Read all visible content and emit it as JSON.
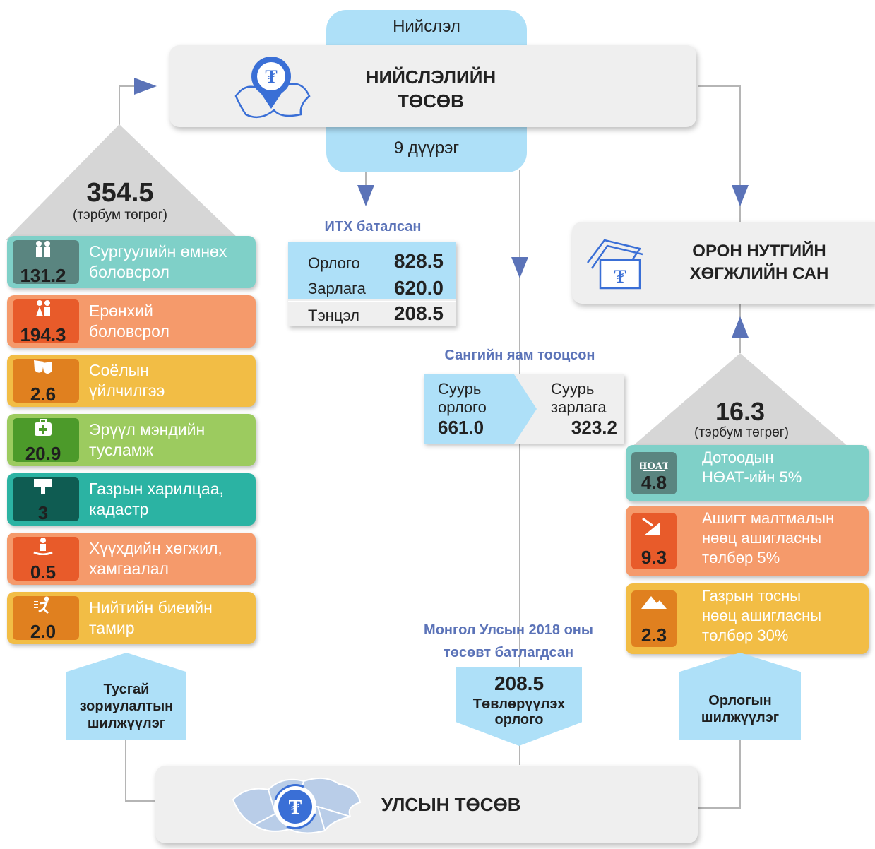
{
  "capital": {
    "top_tab": "Нийслэл",
    "title_line1": "НИЙСЛЭЛИЙН",
    "title_line2": "ТӨСӨВ",
    "bottom_tab": "9 дүүрэг"
  },
  "local_fund": {
    "title_line1": "ОРОН НУТГИЙН",
    "title_line2": "ХӨГЖЛИЙН САН"
  },
  "state_budget": {
    "title": "УЛСЫН ТӨСӨВ"
  },
  "special_transfer": {
    "total": "354.5",
    "unit": "(тэрбум төгрөг)",
    "items": [
      {
        "value": "131.2",
        "line1": "Сургуулийн өмнөх",
        "line2": "боловсрол",
        "icon": "children-icon",
        "color": "#7fd0c8",
        "tab": "#5a8580"
      },
      {
        "value": "194.3",
        "line1": "Ерөнхий",
        "line2": "боловсрол",
        "icon": "students-icon",
        "color": "#f59a6b",
        "tab": "#e85b2a"
      },
      {
        "value": "2.6",
        "line1": "Соёлын",
        "line2": "үйлчилгээ",
        "icon": "theater-masks-icon",
        "color": "#f2bd45",
        "tab": "#e0801f"
      },
      {
        "value": "20.9",
        "line1": "Эрүүл мэндийн",
        "line2": "тусламж",
        "icon": "medical-kit-icon",
        "color": "#9ccb5f",
        "tab": "#4c9a2a"
      },
      {
        "value": "3",
        "line1": "Газрын харилцаа,",
        "line2": "кадастр",
        "icon": "land-map-icon",
        "color": "#2bb3a3",
        "tab": "#0f5c52"
      },
      {
        "value": "0.5",
        "line1": "Хүүхдийн хөгжил,",
        "line2": "хамгаалал",
        "icon": "child-protection-icon",
        "color": "#f59a6b",
        "tab": "#e85b2a"
      },
      {
        "value": "2.0",
        "line1": "Нийтийн биеийн",
        "line2": "тамир",
        "icon": "runner-icon",
        "color": "#f2bd45",
        "tab": "#e0801f"
      }
    ],
    "label_line1": "Тусгай",
    "label_line2": "зориулалтын",
    "label_line3": "шилжүүлэг"
  },
  "itx": {
    "title": "ИТХ баталсан",
    "rows": [
      {
        "label": "Орлого",
        "value": "828.5"
      },
      {
        "label": "Зарлага",
        "value": "620.0"
      },
      {
        "label": "Тэнцэл",
        "value": "208.5"
      }
    ]
  },
  "ministry": {
    "title": "Сангийн яам тооцсон",
    "left_line1": "Суурь",
    "left_line2": "орлого",
    "left_value": "661.0",
    "right_line1": "Суурь",
    "right_line2": "зарлага",
    "right_value": "323.2"
  },
  "state_approved": {
    "title_line1": "Монгол Улсын 2018 оны",
    "title_line2": "төсөвт батлагдсан",
    "value": "208.5",
    "label_line1": "Төвлөрүүлэх",
    "label_line2": "орлого"
  },
  "revenue_transfer": {
    "total": "16.3",
    "unit": "(тэрбум төгрөг)",
    "items": [
      {
        "value": "4.8",
        "line1": "Дотоодын",
        "line2": "НӨАТ-ийн 5%",
        "line3": "",
        "icon": "vat-icon",
        "color": "#7fd0c8",
        "tab": "#5a8580"
      },
      {
        "value": "9.3",
        "line1": "Ашигт малтмалын",
        "line2": "нөөц ашигласны",
        "line3": "төлбөр 5%",
        "icon": "mining-icon",
        "color": "#f59a6b",
        "tab": "#e85b2a"
      },
      {
        "value": "2.3",
        "line1": "Газрын тосны",
        "line2": "нөөц ашигласны",
        "line3": "төлбөр 30%",
        "icon": "mountain-icon",
        "color": "#f2bd45",
        "tab": "#e0801f"
      }
    ],
    "label_line1": "Орлогын",
    "label_line2": "шилжүүлэг"
  },
  "colors": {
    "light_blue": "#aee0f8",
    "arrow": "#5b73b8",
    "title_blue": "#5b73b8"
  }
}
